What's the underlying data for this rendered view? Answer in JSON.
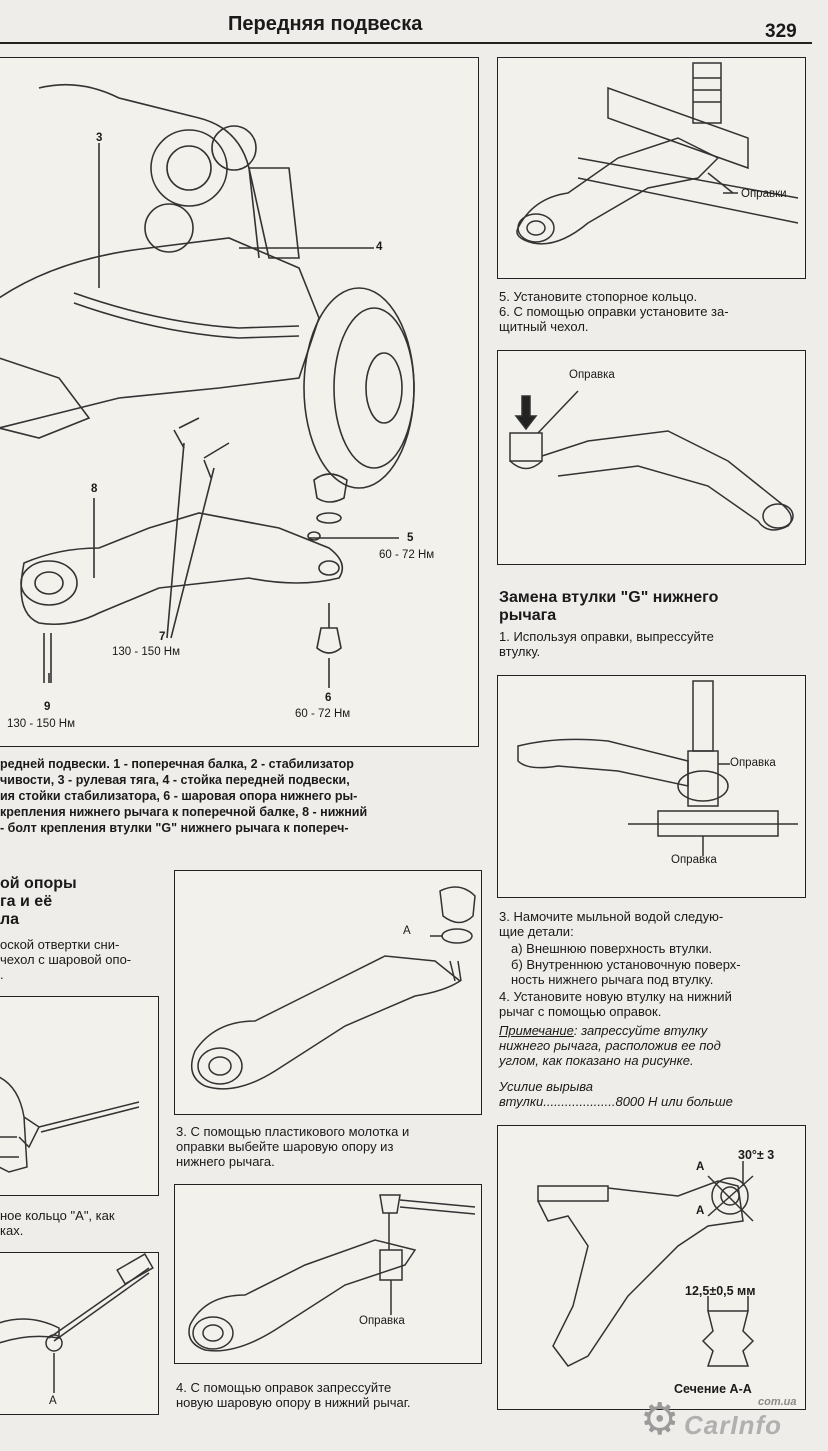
{
  "header": {
    "title": "Передняя подвеска",
    "page_number": "329"
  },
  "figure_main": {
    "callouts": {
      "n3": "3",
      "n4": "4",
      "n5": "5",
      "n6": "6",
      "n7": "7",
      "n8": "8",
      "n9": "9"
    },
    "torques": {
      "t5": "60 - 72 Нм",
      "t6": "60 - 72 Нм",
      "t7": "130 - 150 Нм",
      "t9": "130 - 150 Нм"
    },
    "caption": [
      "редней подвески. 1 - поперечная балка, 2 - стабилизатор",
      "чивости, 3 - рулевая тяга, 4 - стойка передней подвески,",
      "ия стойки стабилизатора, 6 - шаровая опора нижнего ры-",
      "крепления нижнего рычага к поперечной балке, 8 - нижний",
      "- болт крепления втулки \"G\" нижнего рычага к попереч-"
    ]
  },
  "left_section": {
    "heading": [
      "ой опоры",
      "га и её",
      "ла"
    ],
    "text1": [
      "оской отвертки сни-",
      "чехол с шаровой опо-",
      "."
    ],
    "text2": [
      "ное кольцо \"А\", как",
      "ках."
    ],
    "fig_label_a": "A"
  },
  "middle_column": {
    "fig1_label": "A",
    "step3": [
      "3. С помощью пластикового молотка и",
      "оправки выбейте шаровую опору из",
      "нижнего рычага."
    ],
    "fig2_label": "Оправка",
    "step4": [
      "4. С помощью оправок запрессуйте",
      "новую шаровую опору в нижний рычаг."
    ]
  },
  "right_column": {
    "fig1_label": "Оправки",
    "steps_5_6": [
      "5. Установите стопорное кольцо.",
      "6. С помощью оправки установите за-",
      "щитный чехол."
    ],
    "fig2_label": "Оправка",
    "heading": [
      "Замена втулки \"G\" нижнего",
      "рычага"
    ],
    "step1": [
      "1. Используя оправки, выпрессуйте",
      "втулку."
    ],
    "fig3_label_top": "Оправка",
    "fig3_label_bottom": "Оправка",
    "step3": [
      "3. Намочите мыльной водой следую-",
      "щие детали:"
    ],
    "step3a": "а) Внешнюю поверхность втулки.",
    "step3b": [
      "б) Внутреннюю установочную поверх-",
      "ность нижнего рычага под втулку."
    ],
    "step4": [
      "4. Установите новую втулку на нижний",
      "рычаг с помощью оправок."
    ],
    "note_label": "Примечание",
    "note_text": [
      ": запрессуйте втулку",
      "нижнего рычага, расположив ее под",
      "углом, как показано на рисунке."
    ],
    "spec_line1": "Усилие вырыва",
    "spec_line2": "втулки....................8000 Н или больше",
    "fig4": {
      "angle": "30°± 3",
      "label_a1": "A",
      "label_a2": "A",
      "dim": "12,5±0,5 мм",
      "section": "Сечение А-А"
    }
  },
  "watermark": {
    "domain": "com.ua",
    "brand": "CarInfo"
  }
}
